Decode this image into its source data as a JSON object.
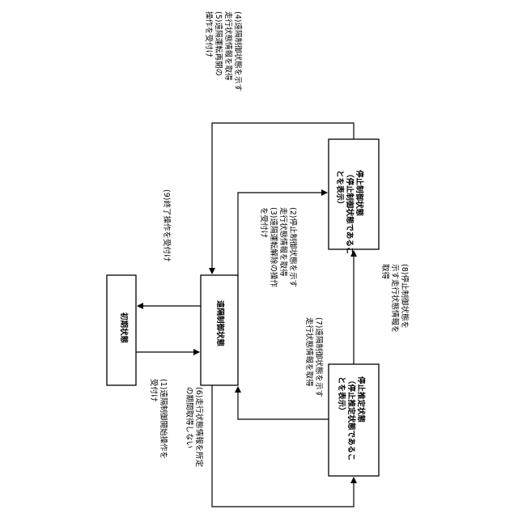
{
  "states": {
    "initial": "初期状態",
    "remote_control": "遠隔制御状態",
    "stop_control": [
      "停止制御状態",
      "（停止制御状態であるこ",
      "とを表示）"
    ],
    "stop_estimate": [
      "停止推定状態",
      "（停止推定状態であるこ",
      "とを表示）"
    ]
  },
  "transitions": {
    "t4_5": [
      "(4)遠隔制御状態を示す",
      "走行状態情報を取得",
      "(5)遠隔運転再開の",
      "操作を受付け"
    ],
    "t9": [
      "(9)終了操作を受付け"
    ],
    "t2_3": [
      "(2)停止制御状態を示す",
      "走行状態情報を取得",
      "(3)遠隔運転解除の操作",
      "を受付け",
      ""
    ],
    "t7": [
      "(7)遠隔制御状態を示す",
      "走行状態情報を取得"
    ],
    "t8": [
      "(8)停止制御状態を",
      "示す走行状態情報を",
      "取得"
    ],
    "t1": [
      "(1)遠隔制御開始操作を",
      "受付け"
    ],
    "t6": [
      "(6)走行状態情報を所定",
      "の期間取得しない"
    ]
  }
}
